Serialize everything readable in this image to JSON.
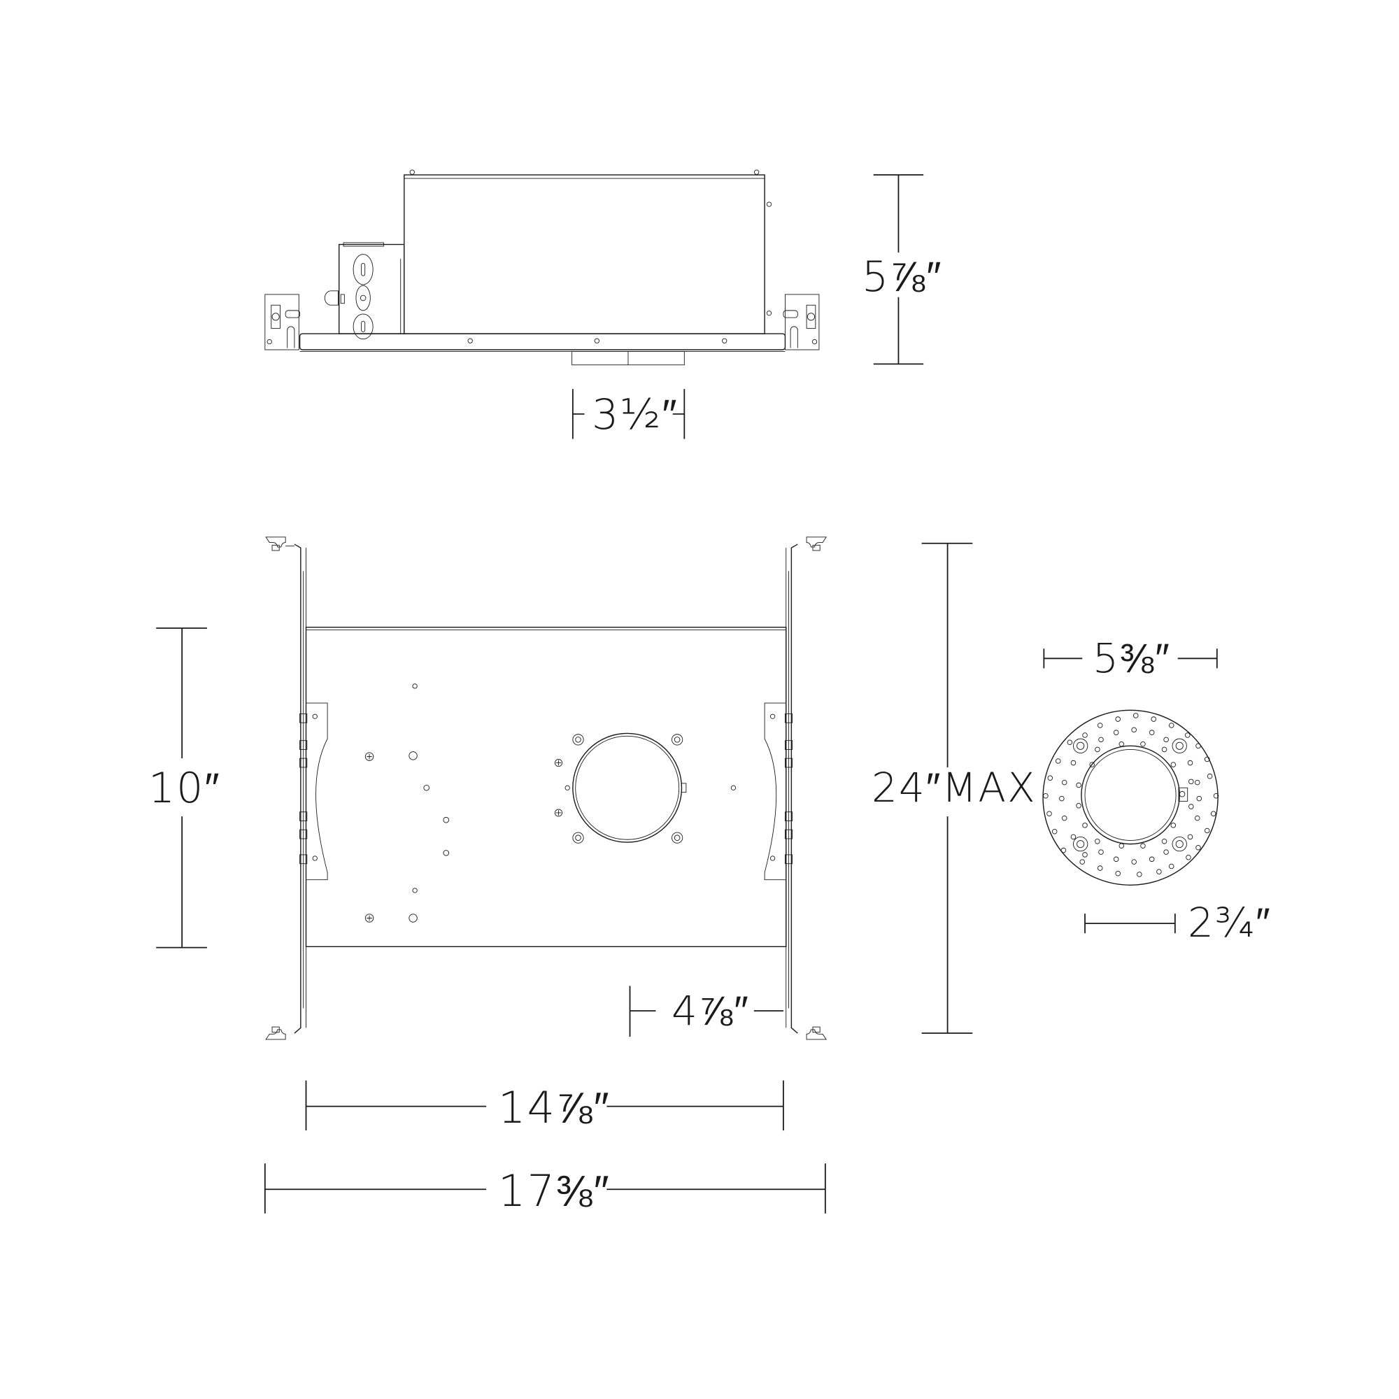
{
  "drawing": {
    "subject": "Recessed downlight housing with trim",
    "views": [
      "side-elevation",
      "top-plan",
      "trim-front"
    ],
    "line_color": "#1a1a1a",
    "background": "#ffffff"
  },
  "dimensions": {
    "side_height": "5⅞″",
    "aperture_drop": "3½″",
    "plan_depth": "10″",
    "max_span": "24″MAX",
    "aperture_offset": "4⅞″",
    "frame_width": "14⅞″",
    "overall_width": "17⅜″",
    "trim_outer_diameter": "5⅜″",
    "trim_aperture": "2¾″"
  }
}
